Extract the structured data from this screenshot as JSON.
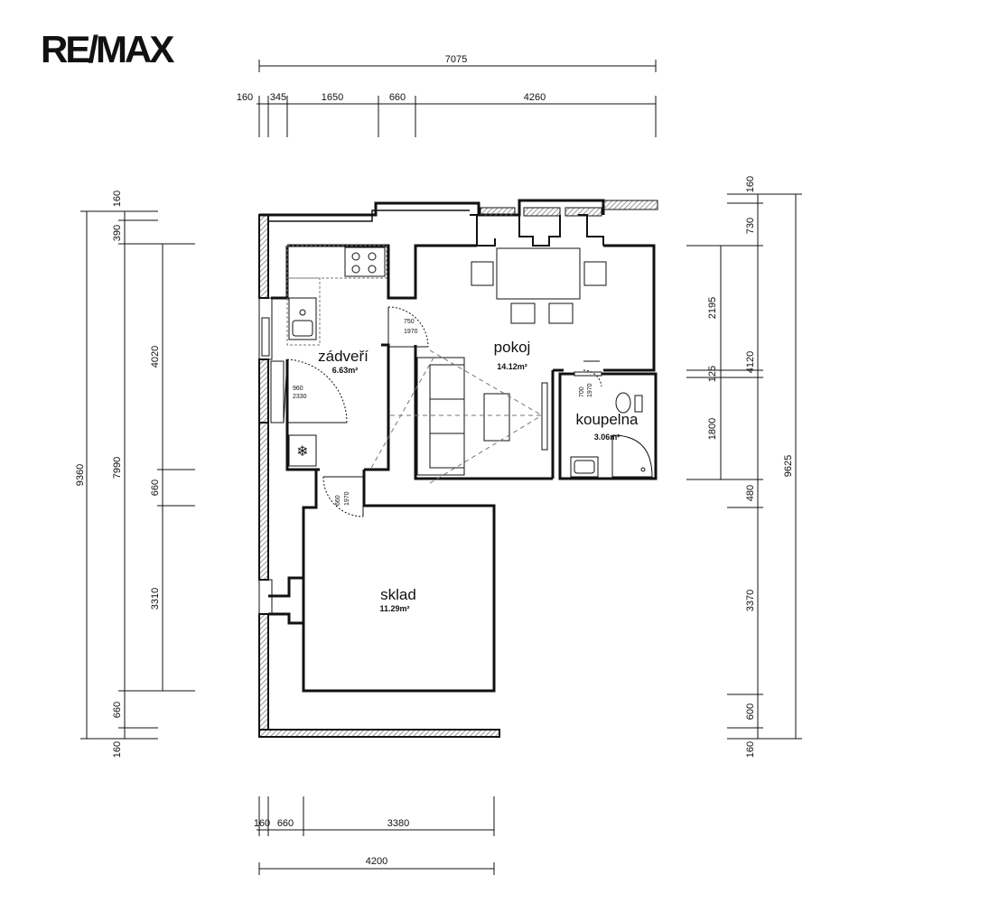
{
  "brand": {
    "logo_text": "RE/MAX"
  },
  "dimensions": {
    "top_total": "7075",
    "top_segments": [
      "160",
      "345",
      "1650",
      "660",
      "4260"
    ],
    "bottom_segments": [
      "160",
      "660",
      "3380"
    ],
    "bottom_total": "4200",
    "left_total": "9360",
    "left_segments": [
      "160",
      "390",
      "7990",
      "660",
      "160"
    ],
    "left_inner": [
      "4020",
      "660",
      "3310"
    ],
    "right_total": "9625",
    "right_segments": [
      "160",
      "730",
      "2195",
      "125",
      "1800",
      "480",
      "3370",
      "600",
      "160"
    ],
    "right_inner": "4120"
  },
  "rooms": [
    {
      "name": "zádveří",
      "area": "6.63m²"
    },
    {
      "name": "pokoj",
      "area": "14.12m²"
    },
    {
      "name": "koupelna",
      "area": "3.06m²"
    },
    {
      "name": "sklad",
      "area": "11.29m²"
    }
  ],
  "doors": [
    {
      "width": "750",
      "height": "1970"
    },
    {
      "width": "960",
      "height": "2330"
    },
    {
      "width": "700",
      "height": "1970"
    },
    {
      "width": "660",
      "height": "1970"
    }
  ],
  "colors": {
    "line": "#111111",
    "hatch": "#777777",
    "background": "#ffffff"
  }
}
